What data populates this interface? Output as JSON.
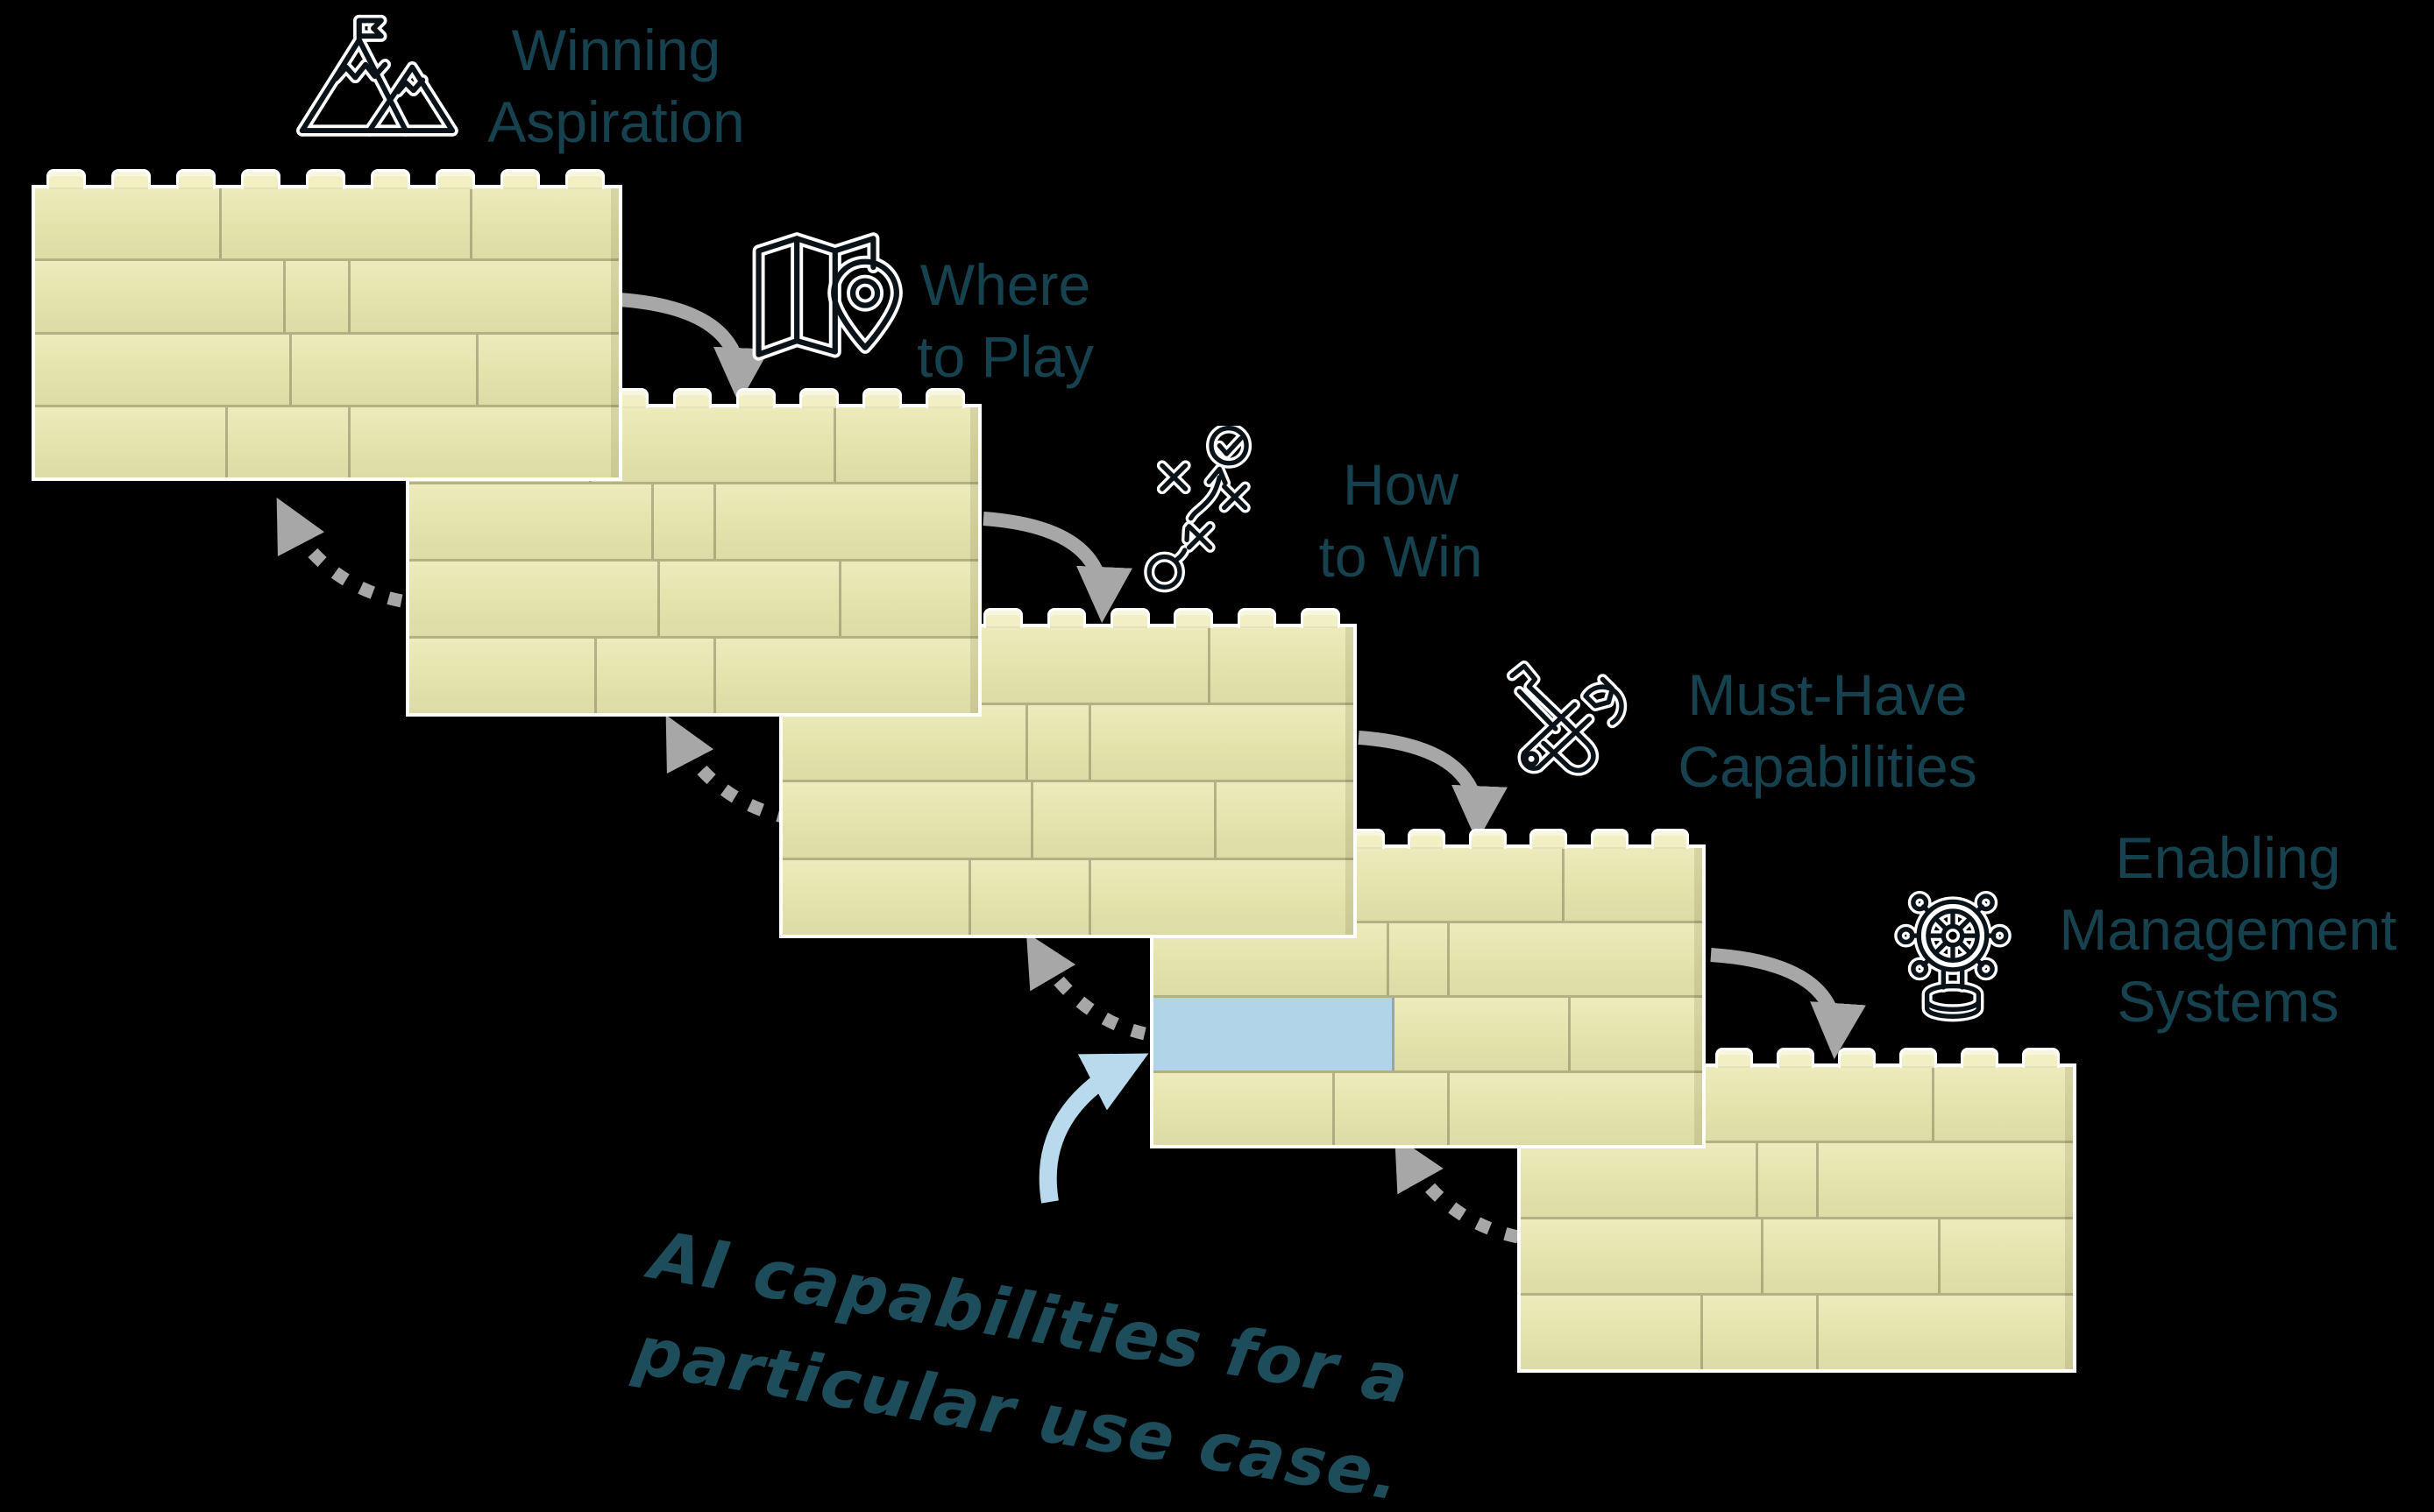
{
  "steps": [
    {
      "name": "winning-aspiration",
      "lines": [
        "Winning",
        "Aspiration"
      ],
      "icon": "mountain-flag-icon"
    },
    {
      "name": "where-to-play",
      "lines": [
        "Where",
        "to Play"
      ],
      "icon": "map-location-pin-icon"
    },
    {
      "name": "how-to-win",
      "lines": [
        "How",
        "to Win"
      ],
      "icon": "strategy-play-icon"
    },
    {
      "name": "must-have-capabilities",
      "lines": [
        "Must-Have",
        "Capabilities"
      ],
      "icon": "crossed-tools-icon"
    },
    {
      "name": "enabling-management-systems",
      "lines": [
        "Enabling",
        "Management",
        "Systems"
      ],
      "icon": "ship-wheel-icon"
    }
  ],
  "annotation": {
    "lines": [
      "AI capabilities for a",
      "particular use case."
    ]
  },
  "colors": {
    "bg": "#000000",
    "brick": "#e9e7af",
    "stud": "#f1efc4",
    "brickline": "#7d7a5880",
    "outline": "#ffffff",
    "highlight": "#b2d4e9",
    "label": "#16424f",
    "note": "#1d4c5a",
    "ink": "#0c1318",
    "arrow": "#a7a7a7",
    "blue": "#b9d9ec"
  }
}
